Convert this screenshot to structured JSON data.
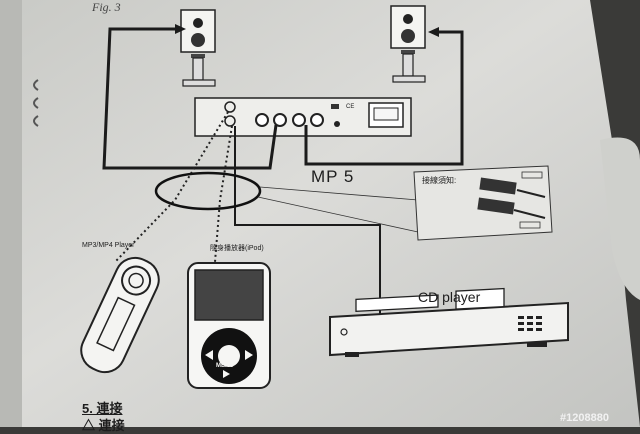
{
  "figure": {
    "label": "Fig. 3"
  },
  "amplifier": {
    "label": "MP 5"
  },
  "devices": {
    "cd_player": "CD player",
    "mp3_player": "MP3/MP4 Player",
    "ipod": "隨身播放器(iPod)",
    "ipod_menu": "MENU"
  },
  "connection_note": {
    "title": "接線須知:"
  },
  "section": {
    "heading": "5. 連接",
    "subheading": "△ 連接"
  },
  "watermark": "#1208880",
  "colors": {
    "paper": "#d6d7d4",
    "ink": "#1d1d1d",
    "background": "#3a3a38"
  }
}
